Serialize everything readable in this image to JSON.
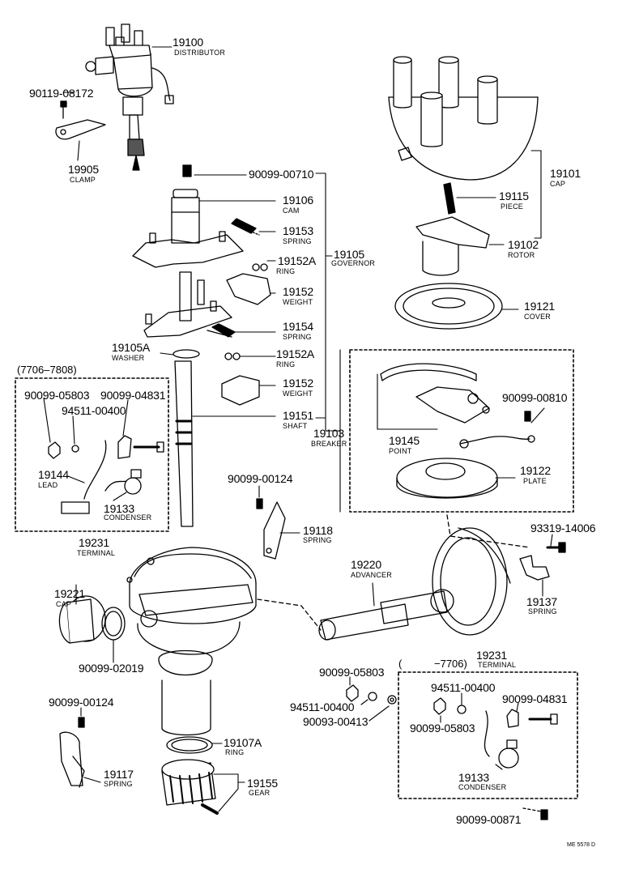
{
  "parts": [
    {
      "id": "p19100",
      "number": "19100",
      "name": "DISTRIBUTOR"
    },
    {
      "id": "p90119",
      "number": "90119-08172",
      "name": ""
    },
    {
      "id": "p19905",
      "number": "19905",
      "name": "CLAMP"
    },
    {
      "id": "p00710",
      "number": "90099-00710",
      "name": ""
    },
    {
      "id": "p19106",
      "number": "19106",
      "name": "CAM"
    },
    {
      "id": "p19153",
      "number": "19153",
      "name": "SPRING"
    },
    {
      "id": "p19152a1",
      "number": "19152A",
      "name": "RING"
    },
    {
      "id": "p19105",
      "number": "19105",
      "name": "GOVERNOR"
    },
    {
      "id": "p19152w1",
      "number": "19152",
      "name": "WEIGHT"
    },
    {
      "id": "p19154",
      "number": "19154",
      "name": "SPRING"
    },
    {
      "id": "p19105a",
      "number": "19105A",
      "name": "WASHER"
    },
    {
      "id": "p19152a2",
      "number": "19152A",
      "name": "RING"
    },
    {
      "id": "p19152w2",
      "number": "19152",
      "name": "WEIGHT"
    },
    {
      "id": "p19151",
      "number": "19151",
      "name": "SHAFT"
    },
    {
      "id": "p19103",
      "number": "19103",
      "name": "BREAKER"
    },
    {
      "id": "p19101",
      "number": "19101",
      "name": "CAP"
    },
    {
      "id": "p19115",
      "number": "19115",
      "name": "PIECE"
    },
    {
      "id": "p19102",
      "number": "19102",
      "name": "ROTOR"
    },
    {
      "id": "p19121",
      "number": "19121",
      "name": "COVER"
    },
    {
      "id": "p00810",
      "number": "90099-00810",
      "name": ""
    },
    {
      "id": "p19145",
      "number": "19145",
      "name": "POINT"
    },
    {
      "id": "p19122",
      "number": "19122",
      "name": "PLATE"
    },
    {
      "id": "p93319",
      "number": "93319-14006",
      "name": ""
    },
    {
      "id": "p19137",
      "number": "19137",
      "name": "SPRING"
    },
    {
      "id": "pL05803",
      "number": "90099-05803",
      "name": ""
    },
    {
      "id": "pL04831",
      "number": "90099-04831",
      "name": ""
    },
    {
      "id": "pL94511",
      "number": "94511-00400",
      "name": ""
    },
    {
      "id": "p19144",
      "number": "19144",
      "name": "LEAD"
    },
    {
      "id": "pL19133",
      "number": "19133",
      "name": "CONDENSER"
    },
    {
      "id": "pL19231",
      "number": "19231",
      "name": "TERMINAL"
    },
    {
      "id": "p00124a",
      "number": "90099-00124",
      "name": ""
    },
    {
      "id": "p19118",
      "number": "19118",
      "name": "SPRING"
    },
    {
      "id": "p19220",
      "number": "19220",
      "name": "ADVANCER"
    },
    {
      "id": "p19221",
      "number": "19221",
      "name": "CAP"
    },
    {
      "id": "p02019",
      "number": "90099-02019",
      "name": ""
    },
    {
      "id": "pR19231",
      "number": "19231",
      "name": "TERMINAL"
    },
    {
      "id": "p05803b",
      "number": "90099-05803",
      "name": ""
    },
    {
      "id": "p94511b",
      "number": "94511-00400",
      "name": ""
    },
    {
      "id": "p00413",
      "number": "90093-00413",
      "name": ""
    },
    {
      "id": "pR94511",
      "number": "94511-00400",
      "name": ""
    },
    {
      "id": "pR04831",
      "number": "90099-04831",
      "name": ""
    },
    {
      "id": "pR05803",
      "number": "90099-05803",
      "name": ""
    },
    {
      "id": "pR19133",
      "number": "19133",
      "name": "CONDENSER"
    },
    {
      "id": "p00871",
      "number": "90099-00871",
      "name": ""
    },
    {
      "id": "p00124b",
      "number": "90099-00124",
      "name": ""
    },
    {
      "id": "p19117",
      "number": "19117",
      "name": "SPRING"
    },
    {
      "id": "p19107a",
      "number": "19107A",
      "name": "RING"
    },
    {
      "id": "p19155",
      "number": "19155",
      "name": "GEAR"
    }
  ],
  "ranges": {
    "left": "(7706–7808)",
    "right_open": "(",
    "right_close": "−7706)"
  },
  "ref": "ME 5578 D"
}
